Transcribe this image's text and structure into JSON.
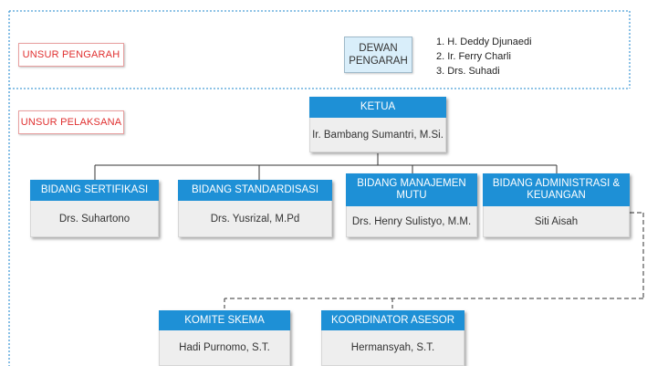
{
  "sections": {
    "pengarah_label": "UNSUR PENGARAH",
    "pelaksana_label": "UNSUR PELAKSANA"
  },
  "dewan": {
    "line1": "DEWAN",
    "line2": "PENGARAH",
    "members": [
      "1. H. Deddy Djunaedi",
      "2. Ir. Ferry Charli",
      "3. Drs. Suhadi"
    ]
  },
  "ketua": {
    "title": "KETUA",
    "name": "Ir. Bambang Sumantri, M.Si."
  },
  "bidang": [
    {
      "title": "BIDANG SERTIFIKASI",
      "name": "Drs. Suhartono"
    },
    {
      "title": "BIDANG STANDARDISASI",
      "name": "Drs. Yusrizal, M.Pd"
    },
    {
      "title": "BIDANG MANAJEMEN MUTU",
      "name": "Drs. Henry Sulistyo, M.M."
    },
    {
      "title": "BIDANG ADMINISTRASI & KEUANGAN",
      "name": "Siti Aisah"
    }
  ],
  "lower": [
    {
      "title": "KOMITE SKEMA",
      "name": "Hadi Purnomo, S.T."
    },
    {
      "title": "KOORDINATOR ASESOR",
      "name": "Hermansyah, S.T."
    }
  ],
  "colors": {
    "header_blue": "#1e90d6",
    "body_gray": "#eeeeee",
    "dewan_fill": "#d9eefa",
    "tag_red": "#e03030",
    "divider": "#4a9fd8"
  }
}
